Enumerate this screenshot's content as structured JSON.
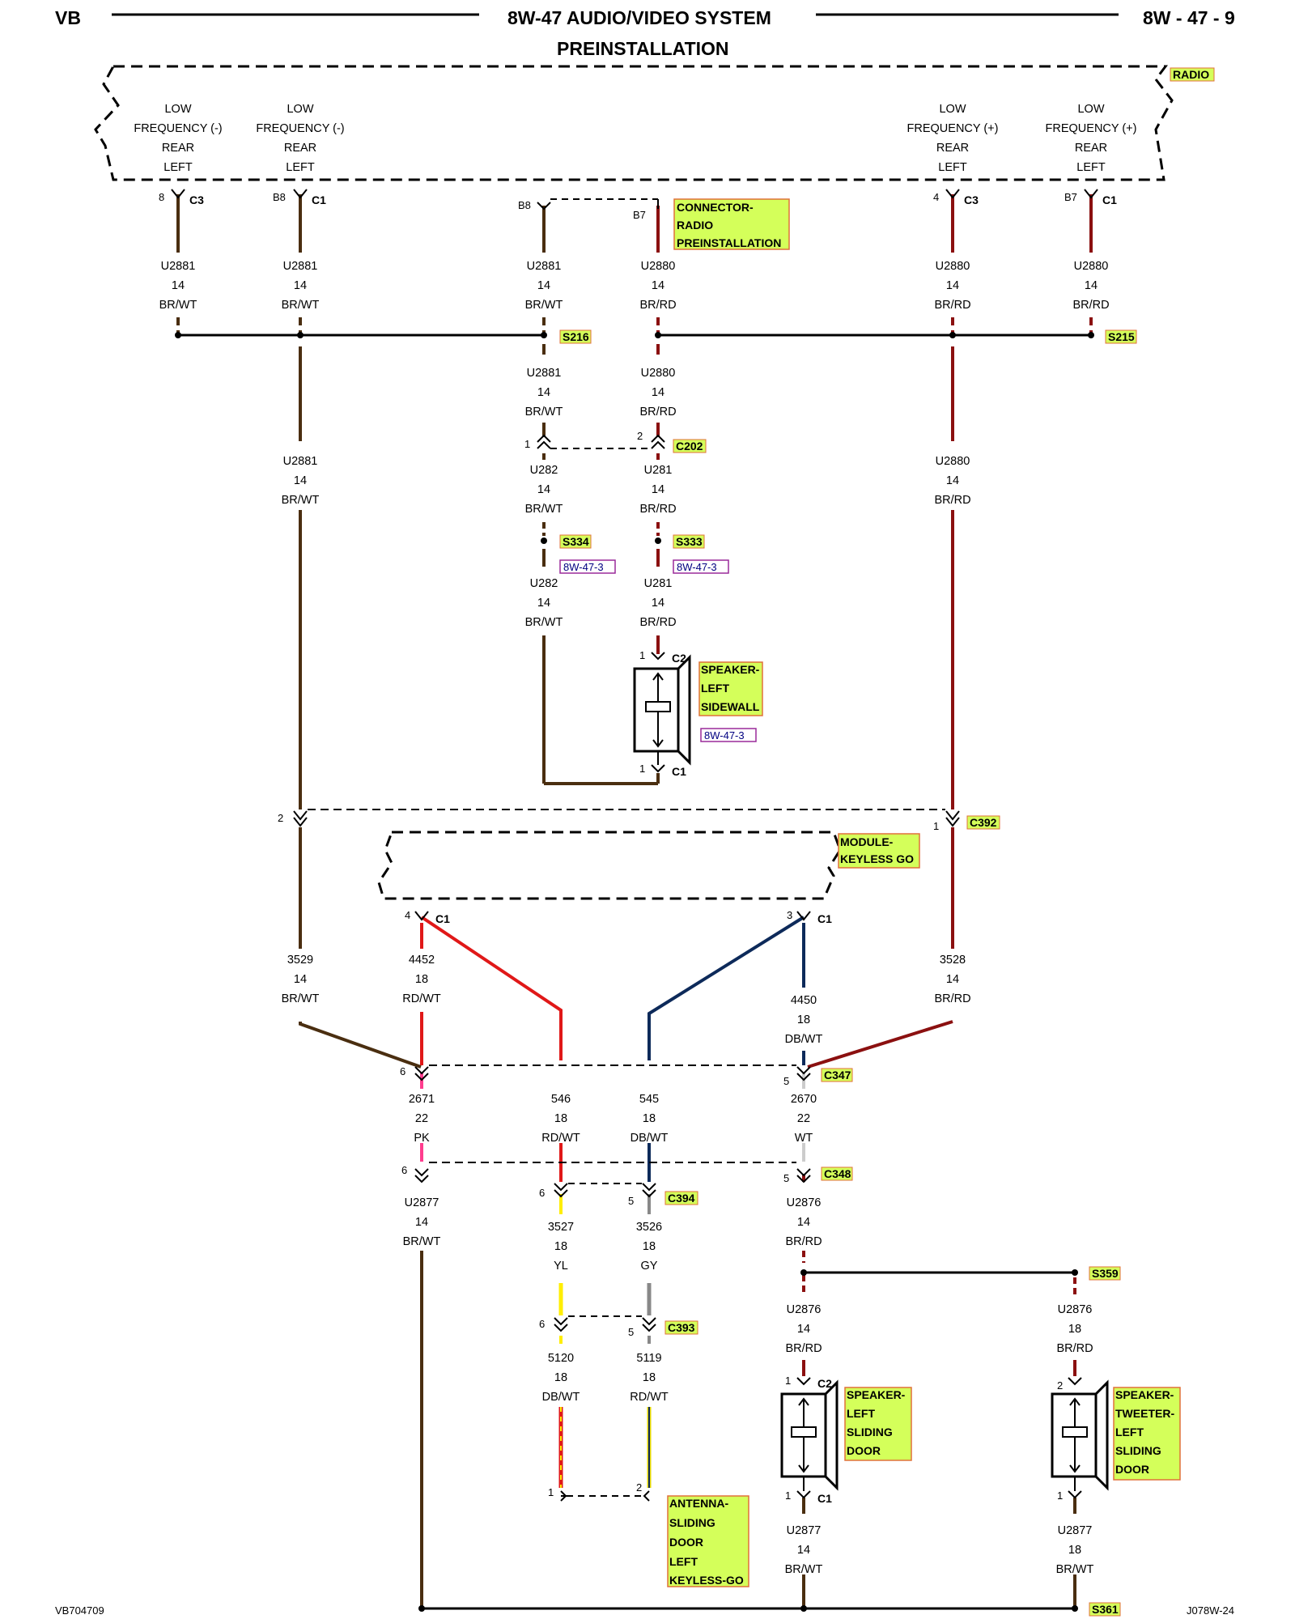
{
  "header": {
    "left": "VB",
    "title": "8W-47 AUDIO/VIDEO SYSTEM",
    "subtitle": "PREINSTALLATION",
    "right": "8W - 47 - 9"
  },
  "footer": {
    "left": "VB704709",
    "right": "J078W-24"
  },
  "colors": {
    "label_fill": "#d4ff5a",
    "label_border": "#e0703a",
    "ref_border": "#9a2a9a",
    "br_wire": "#4a2e10",
    "rd_stripe": "#8b1010",
    "red_wire": "#e01818",
    "db_wire": "#0d2a5a",
    "pk_wire": "#ff3d8e",
    "yl_wire": "#ffee00",
    "gy_wire": "#888888",
    "wt_wire": "#cccccc"
  },
  "labels": {
    "radio": "RADIO",
    "connector": [
      "CONNECTOR-",
      "RADIO",
      "PREINSTALLATION"
    ],
    "speaker_left_sidewall": [
      "SPEAKER-",
      "LEFT",
      "SIDEWALL"
    ],
    "module_keyless_go": [
      "MODULE-",
      "KEYLESS GO"
    ],
    "speaker_left_sliding_door": [
      "SPEAKER-",
      "LEFT",
      "SLIDING",
      "DOOR"
    ],
    "speaker_tweeter": [
      "SPEAKER-",
      "TWEETER-",
      "LEFT",
      "SLIDING",
      "DOOR"
    ],
    "antenna": [
      "ANTENNA-",
      "SLIDING",
      "DOOR",
      "LEFT",
      "KEYLESS-GO"
    ]
  },
  "radio_pins": [
    [
      "LOW",
      "FREQUENCY (-)",
      "REAR",
      "LEFT"
    ],
    [
      "LOW",
      "FREQUENCY (-)",
      "REAR",
      "LEFT"
    ],
    [
      "LOW",
      "FREQUENCY (+)",
      "REAR",
      "LEFT"
    ],
    [
      "LOW",
      "FREQUENCY (+)",
      "REAR",
      "LEFT"
    ]
  ],
  "connectors": {
    "c3": "C3",
    "c1": "C1",
    "c2": "C2",
    "c202": "C202",
    "c392": "C392",
    "c347": "C347",
    "c348": "C348",
    "c394": "C394",
    "c393": "C393"
  },
  "splices": {
    "s216": "S216",
    "s215": "S215",
    "s334": "S334",
    "s333": "S333",
    "s359": "S359",
    "s361": "S361"
  },
  "refs": {
    "r1": "8W-47-3",
    "r2": "8W-47-3",
    "r3": "8W-47-3"
  },
  "pins": {
    "p8": "8",
    "pB8": "B8",
    "pB8b": "B8",
    "pB7": "B7",
    "p4": "4",
    "pB7b": "B7",
    "p1_c202": "1",
    "p2_c202": "2",
    "p1_spk_top": "1",
    "p1_spk_bot": "1",
    "p2_c392": "2",
    "p1_c392": "1",
    "p4_kg": "4",
    "p3_kg": "3",
    "p6_c347": "6",
    "p5_c347": "5",
    "p6_c348": "6",
    "p5_c348": "5",
    "p6_c394": "6",
    "p5_c394": "5",
    "p6_c393": "6",
    "p5_c393": "5",
    "p1_ant": "1",
    "p2_ant": "2",
    "p1_sd_top": "1",
    "p1_sd_bot": "1",
    "p2_tw_top": "2",
    "p1_tw_bot": "1"
  },
  "wires": {
    "w1": [
      "U2881",
      "14",
      "BR/WT"
    ],
    "w2": [
      "U2881",
      "14",
      "BR/WT"
    ],
    "w3": [
      "U2881",
      "14",
      "BR/WT"
    ],
    "w4": [
      "U2880",
      "14",
      "BR/RD"
    ],
    "w5": [
      "U2880",
      "14",
      "BR/RD"
    ],
    "w6": [
      "U2880",
      "14",
      "BR/RD"
    ],
    "w7": [
      "U2881",
      "14",
      "BR/WT"
    ],
    "w8": [
      "U2880",
      "14",
      "BR/RD"
    ],
    "w9": [
      "U282",
      "14",
      "BR/WT"
    ],
    "w10": [
      "U281",
      "14",
      "BR/RD"
    ],
    "w11": [
      "U2881",
      "14",
      "BR/WT"
    ],
    "w12": [
      "U2880",
      "14",
      "BR/RD"
    ],
    "w13": [
      "U282",
      "14",
      "BR/WT"
    ],
    "w14": [
      "U281",
      "14",
      "BR/RD"
    ],
    "w15": [
      "3529",
      "14",
      "BR/WT"
    ],
    "w16": [
      "4452",
      "18",
      "RD/WT"
    ],
    "w17": [
      "3528",
      "14",
      "BR/RD"
    ],
    "w18": [
      "4450",
      "18",
      "DB/WT"
    ],
    "w19": [
      "2671",
      "22",
      "PK"
    ],
    "w20": [
      "546",
      "18",
      "RD/WT"
    ],
    "w21": [
      "545",
      "18",
      "DB/WT"
    ],
    "w22": [
      "2670",
      "22",
      "WT"
    ],
    "w23": [
      "U2877",
      "14",
      "BR/WT"
    ],
    "w24": [
      "3527",
      "18",
      "YL"
    ],
    "w25": [
      "3526",
      "18",
      "GY"
    ],
    "w26": [
      "U2876",
      "14",
      "BR/RD"
    ],
    "w27": [
      "U2876",
      "14",
      "BR/RD"
    ],
    "w28": [
      "U2876",
      "18",
      "BR/RD"
    ],
    "w29": [
      "5120",
      "18",
      "DB/WT"
    ],
    "w30": [
      "5119",
      "18",
      "RD/WT"
    ],
    "w31": [
      "U2877",
      "14",
      "BR/WT"
    ],
    "w32": [
      "U2877",
      "18",
      "BR/WT"
    ]
  }
}
